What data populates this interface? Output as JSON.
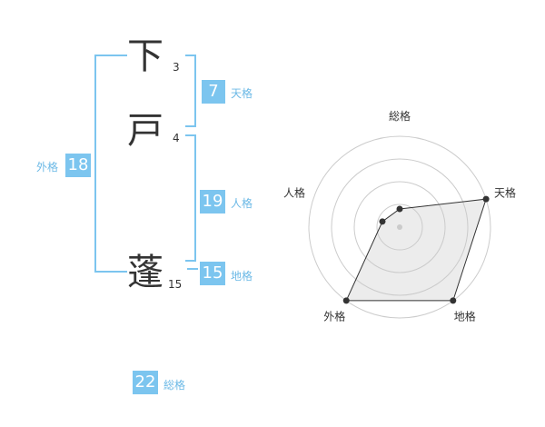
{
  "colors": {
    "accent": "#7cc5ef",
    "text": "#333333",
    "label": "#6cb9e6"
  },
  "name": {
    "chars": [
      {
        "char": "下",
        "strokes": "3"
      },
      {
        "char": "戸",
        "strokes": "4"
      },
      {
        "char": "蓬",
        "strokes": "15"
      }
    ]
  },
  "fortune": {
    "tenkaku": {
      "label": "天格",
      "value": "7"
    },
    "jinkaku": {
      "label": "人格",
      "value": "19"
    },
    "chikaku": {
      "label": "地格",
      "value": "15"
    },
    "gaikaku": {
      "label": "外格",
      "value": "18"
    },
    "soukaku": {
      "label": "総格",
      "value": "22"
    }
  },
  "chart_data": {
    "type": "radar",
    "axes": [
      "総格",
      "天格",
      "地格",
      "外格",
      "人格"
    ],
    "values": [
      1,
      5,
      5,
      5,
      1
    ],
    "rmax": 5,
    "rings": 4
  }
}
